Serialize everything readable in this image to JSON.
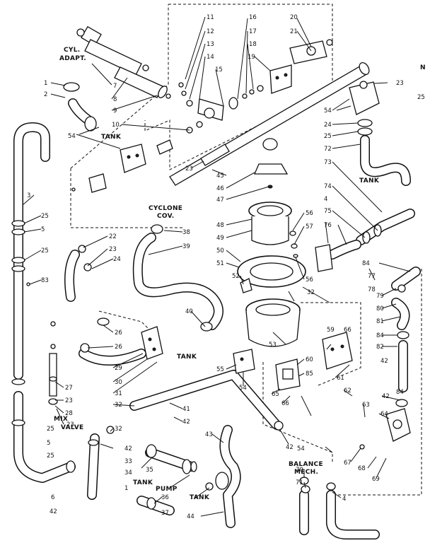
{
  "margin_mark": "N",
  "captions": {
    "cyl_adapt_1": "CYL.",
    "cyl_adapt_2": "ADAPT.",
    "tank_1": "TANK",
    "tank_2": "TANK",
    "tank_3": "TANK",
    "tank_4": "TANK",
    "tank_5": "TANK",
    "cyclone_1": "CYCLONE",
    "cyclone_2": "COV.",
    "mix_1": "MIX",
    "mix_2": "VALVE",
    "pump": "PUMP",
    "balance_1": "BALANCE",
    "balance_2": "MECH."
  },
  "callouts": {
    "c1a": "1",
    "c2": "2",
    "c3": "3",
    "c4": "4",
    "c4b": "4",
    "c5a": "5",
    "c5b": "5",
    "c6": "6",
    "c7": "7",
    "c8": "8",
    "c9": "9",
    "c10": "10",
    "c11": "11",
    "c12": "12",
    "c13": "13",
    "c14": "14",
    "c15": "15",
    "c16": "16",
    "c17": "17",
    "c18": "18",
    "c19": "19",
    "c20": "20",
    "c21": "21",
    "c22": "22",
    "c23a": "23",
    "c23b": "23",
    "c23c": "23",
    "c23d": "23",
    "c23e": "23",
    "c24a": "24",
    "c24b": "24",
    "c25a": "25",
    "c25b": "25",
    "c25c": "25",
    "c25d": "25",
    "c25e": "25",
    "c25f": "25",
    "c26a": "26",
    "c26b": "26",
    "c27": "27",
    "c28": "28",
    "c29": "29",
    "c30": "30",
    "c31": "31",
    "c32a": "32",
    "c32b": "32",
    "c33": "33",
    "c34": "34",
    "c35": "35",
    "c36": "36",
    "c37": "37",
    "c38": "38",
    "c39": "39",
    "c40": "40",
    "c41": "41",
    "c42a": "42",
    "c42b": "42",
    "c42c": "42",
    "c42d": "42",
    "c42e": "42",
    "c43": "43",
    "c44": "44",
    "c45": "45",
    "c46": "46",
    "c47": "47",
    "c48": "48",
    "c49": "49",
    "c50": "50",
    "c51": "51",
    "c52": "52",
    "c53": "53",
    "c54a": "54",
    "c54b": "54",
    "c54c": "54",
    "c54d": "54",
    "c55": "55",
    "c56a": "56",
    "c56b": "56",
    "c57": "57",
    "c59": "59",
    "c60": "60",
    "c61": "61",
    "c62": "62",
    "c63": "63",
    "c64": "64",
    "c65": "65",
    "c66a": "66",
    "c66b": "66",
    "c67": "67",
    "c68": "68",
    "c69": "69",
    "c70": "70",
    "c71": "71",
    "c72": "72",
    "c73": "73",
    "c74": "74",
    "c75": "75",
    "c76": "76",
    "c77": "77",
    "c78": "78",
    "c79": "79",
    "c80": "80",
    "c81": "81",
    "c82": "82",
    "c83": "83",
    "c84a": "84",
    "c84b": "84",
    "c84c": "84",
    "c85": "85",
    "c1b": "1"
  }
}
